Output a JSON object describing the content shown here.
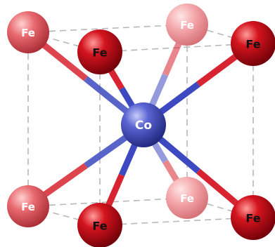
{
  "structure": {
    "center_atom": {
      "label": "Co",
      "color": "#3a44b8"
    },
    "neighbor_atoms": [
      {
        "label": "Fe",
        "color": "#e4393f"
      },
      {
        "label": "Fe",
        "color": "#c8101a"
      },
      {
        "label": "Fe",
        "color": "#f08a90"
      },
      {
        "label": "Fe",
        "color": "#c8101a"
      },
      {
        "label": "Fe",
        "color": "#e4393f"
      },
      {
        "label": "Fe",
        "color": "#c8101a"
      },
      {
        "label": "Fe",
        "color": "#f08a90"
      },
      {
        "label": "Fe",
        "color": "#c8101a"
      }
    ]
  },
  "colors": {
    "cell_edge": "#b8b8b8",
    "bond_co_side": "#3d49c0",
    "bond_fe_side": "#d82430"
  }
}
